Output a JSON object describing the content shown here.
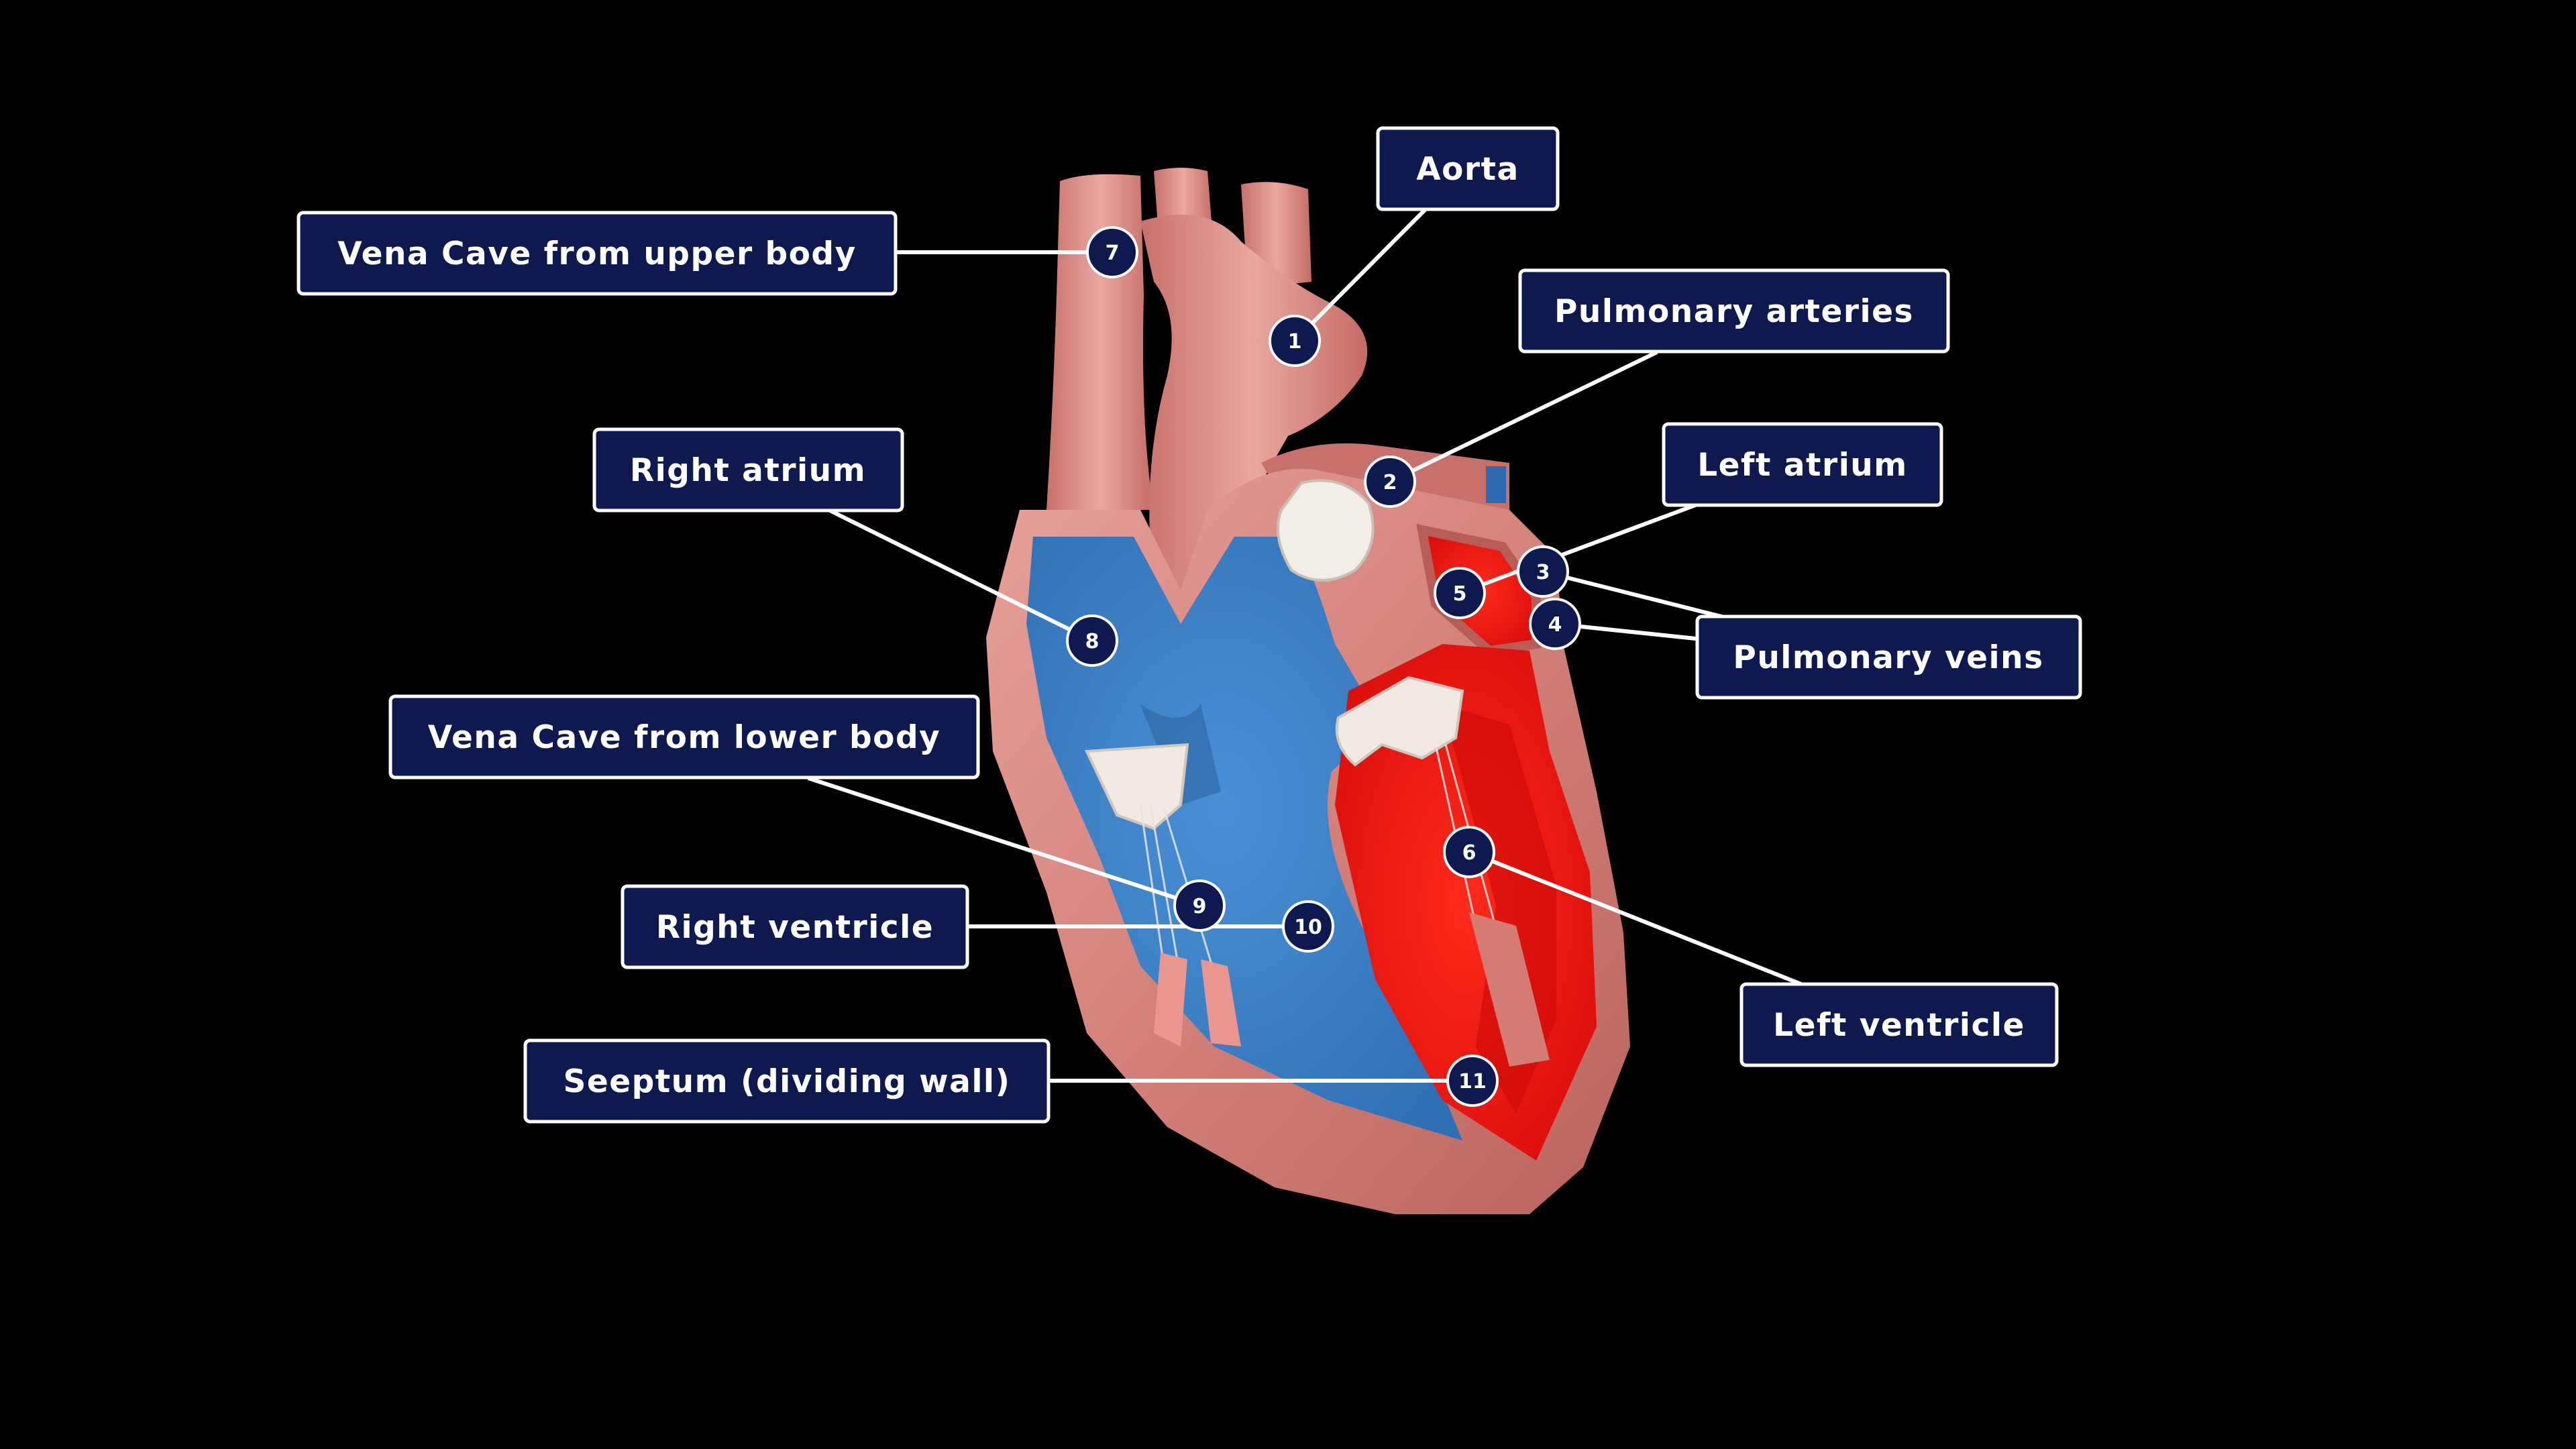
{
  "diagram": {
    "colors": {
      "background": "#000000",
      "label_fill": "#0e1a4f",
      "label_border": "#ffffff",
      "leader_line": "#ffffff",
      "tissue": "#d98a84",
      "deoxygenated": "#3b7fc6",
      "oxygenated": "#ee1010",
      "valve": "#efe9e2"
    },
    "markers": [
      {
        "num": "1",
        "name": "Aorta"
      },
      {
        "num": "2",
        "name": "Pulmonary arteries"
      },
      {
        "num": "3",
        "name": "Pulmonary veins"
      },
      {
        "num": "4",
        "name": "Pulmonary veins"
      },
      {
        "num": "5",
        "name": "Left atrium"
      },
      {
        "num": "6",
        "name": "Left ventricle"
      },
      {
        "num": "7",
        "name": "Vena Cave from upper body"
      },
      {
        "num": "8",
        "name": "Right atrium"
      },
      {
        "num": "9",
        "name": "Vena Cave from lower body"
      },
      {
        "num": "10",
        "name": "Right ventricle"
      },
      {
        "num": "11",
        "name": "Seeptum (dividing wall)"
      }
    ],
    "labels": {
      "aorta": "Aorta",
      "vena_cava_upper": "Vena Cave from upper body",
      "pulmonary_arteries": "Pulmonary arteries",
      "right_atrium": "Right atrium",
      "left_atrium": "Left atrium",
      "pulmonary_veins": "Pulmonary veins",
      "vena_cava_lower": "Vena Cave from lower body",
      "right_ventricle": "Right ventricle",
      "left_ventricle": "Left ventricle",
      "septum": "Seeptum (dividing wall)"
    }
  }
}
